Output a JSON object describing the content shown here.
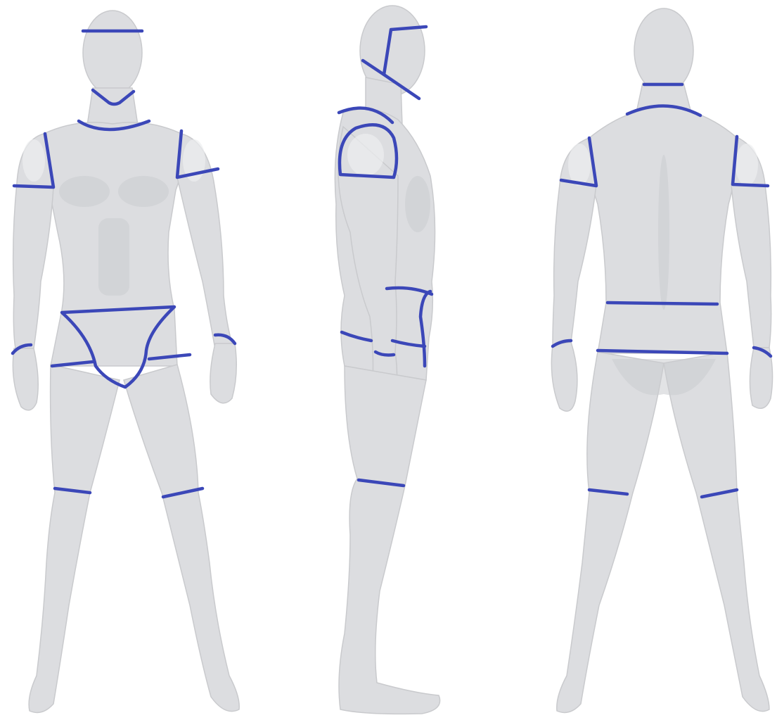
{
  "figure": {
    "subject": "male-mannequin",
    "views": [
      {
        "id": "front",
        "name": "front-view"
      },
      {
        "id": "side",
        "name": "side-view"
      },
      {
        "id": "back",
        "name": "back-view"
      }
    ],
    "cut_line_color": "#3b47b8",
    "mannequin_color": "#dcdde0",
    "background_color": "#ffffff"
  }
}
